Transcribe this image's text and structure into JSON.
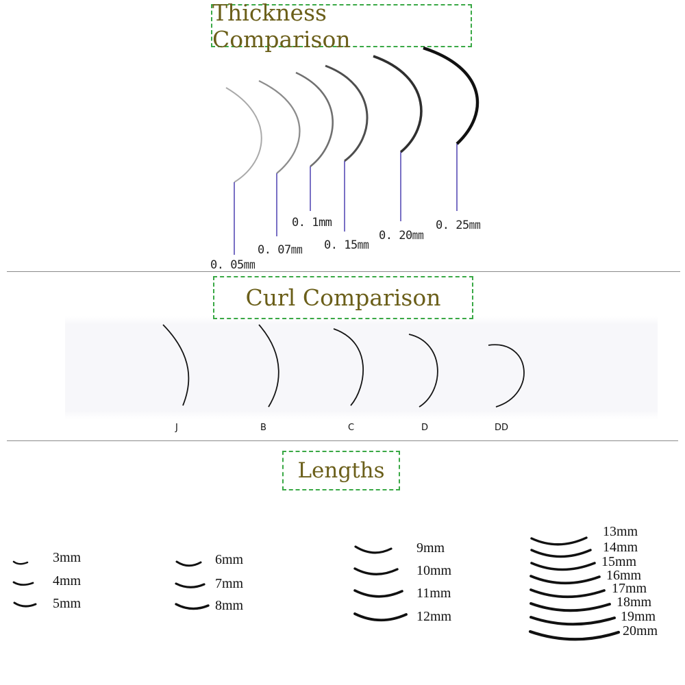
{
  "sections": {
    "thickness": {
      "title": "Thickness Comparison",
      "labels": [
        "0. 05㎜",
        "0. 07㎜",
        "0. 1mm",
        "0. 15㎜",
        "0. 20㎜",
        "0. 25㎜"
      ]
    },
    "curl": {
      "title": "Curl Comparison",
      "labels": [
        "J",
        "B",
        "C",
        "D",
        "DD"
      ]
    },
    "lengths": {
      "title": "Lengths",
      "groups": [
        [
          "3mm",
          "4mm",
          "5mm"
        ],
        [
          "6mm",
          "7mm",
          "8mm"
        ],
        [
          "9mm",
          "10mm",
          "11mm",
          "12mm"
        ],
        [
          "13mm",
          "14mm",
          "15mm",
          "16mm",
          "17mm",
          "18mm",
          "19mm",
          "20mm"
        ]
      ]
    }
  },
  "colors": {
    "title_text": "#6b5f1a",
    "title_border": "#39a845",
    "leader_line": "#4b3fb0",
    "divider": "#8a8a8a"
  }
}
